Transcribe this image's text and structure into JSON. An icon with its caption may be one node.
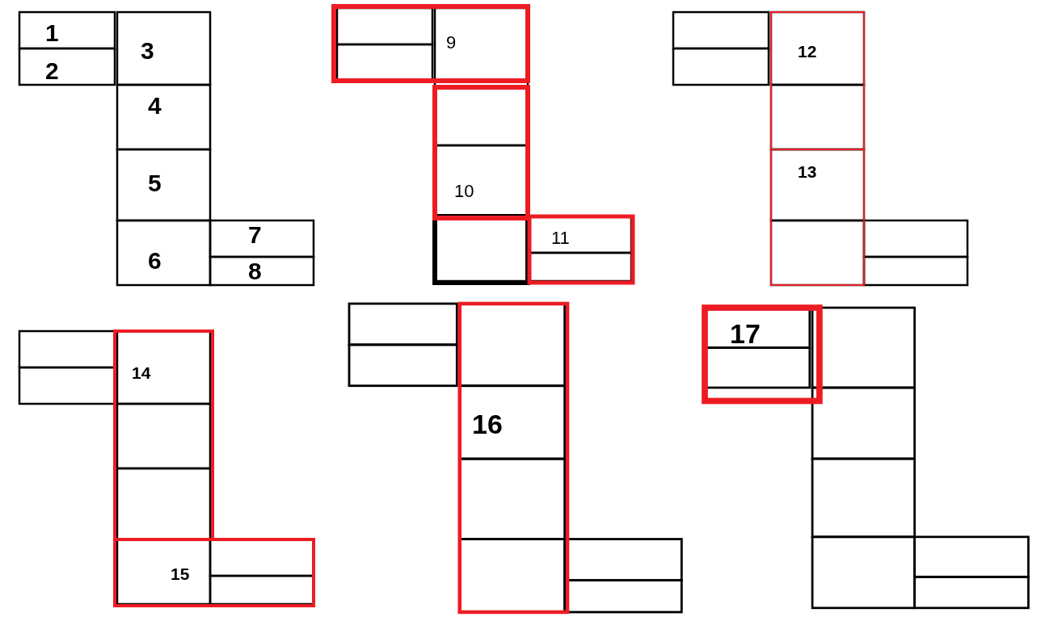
{
  "diagram": {
    "labels": [
      "1",
      "2",
      "3",
      "4",
      "5",
      "6",
      "7",
      "8",
      "9",
      "10",
      "11",
      "12",
      "13",
      "14",
      "15",
      "16",
      "17"
    ]
  }
}
